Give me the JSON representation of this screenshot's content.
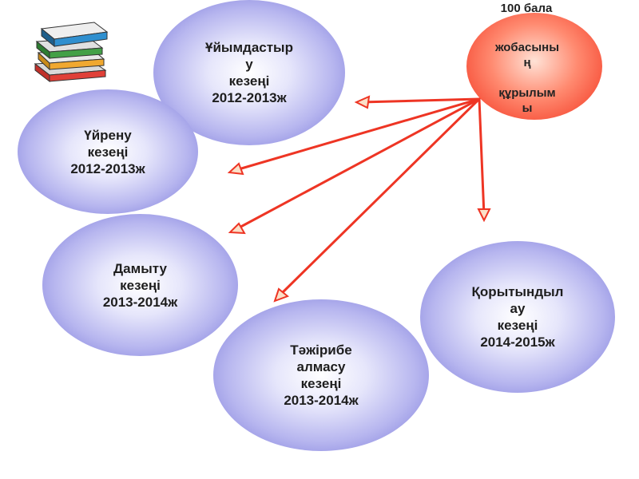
{
  "hub": {
    "title": "100 бала",
    "text": "жобасыны\nң\n\nқұрылым\nы",
    "color": "#f2301b"
  },
  "stages": [
    {
      "id": "organize",
      "label": "Ұйымдастыр\n       у\nкезеңі\n2012-2013ж"
    },
    {
      "id": "learn",
      "label": "Үйрену\nкезеңі\n2012-2013ж"
    },
    {
      "id": "develop",
      "label": "Дамыту\nкезеңі\n2013-2014ж"
    },
    {
      "id": "exchange",
      "label": "Тәжірибе\n     алмасу\nкезеңі\n2013-2014ж"
    },
    {
      "id": "conclude",
      "label": "Қорытындыл\n       ау\nкезеңі\n2014-2015ж"
    }
  ],
  "colors": {
    "arrow": "#ee3524",
    "ellipse_edge": "#6f6ed6"
  },
  "icons": {
    "books": "books-icon"
  }
}
